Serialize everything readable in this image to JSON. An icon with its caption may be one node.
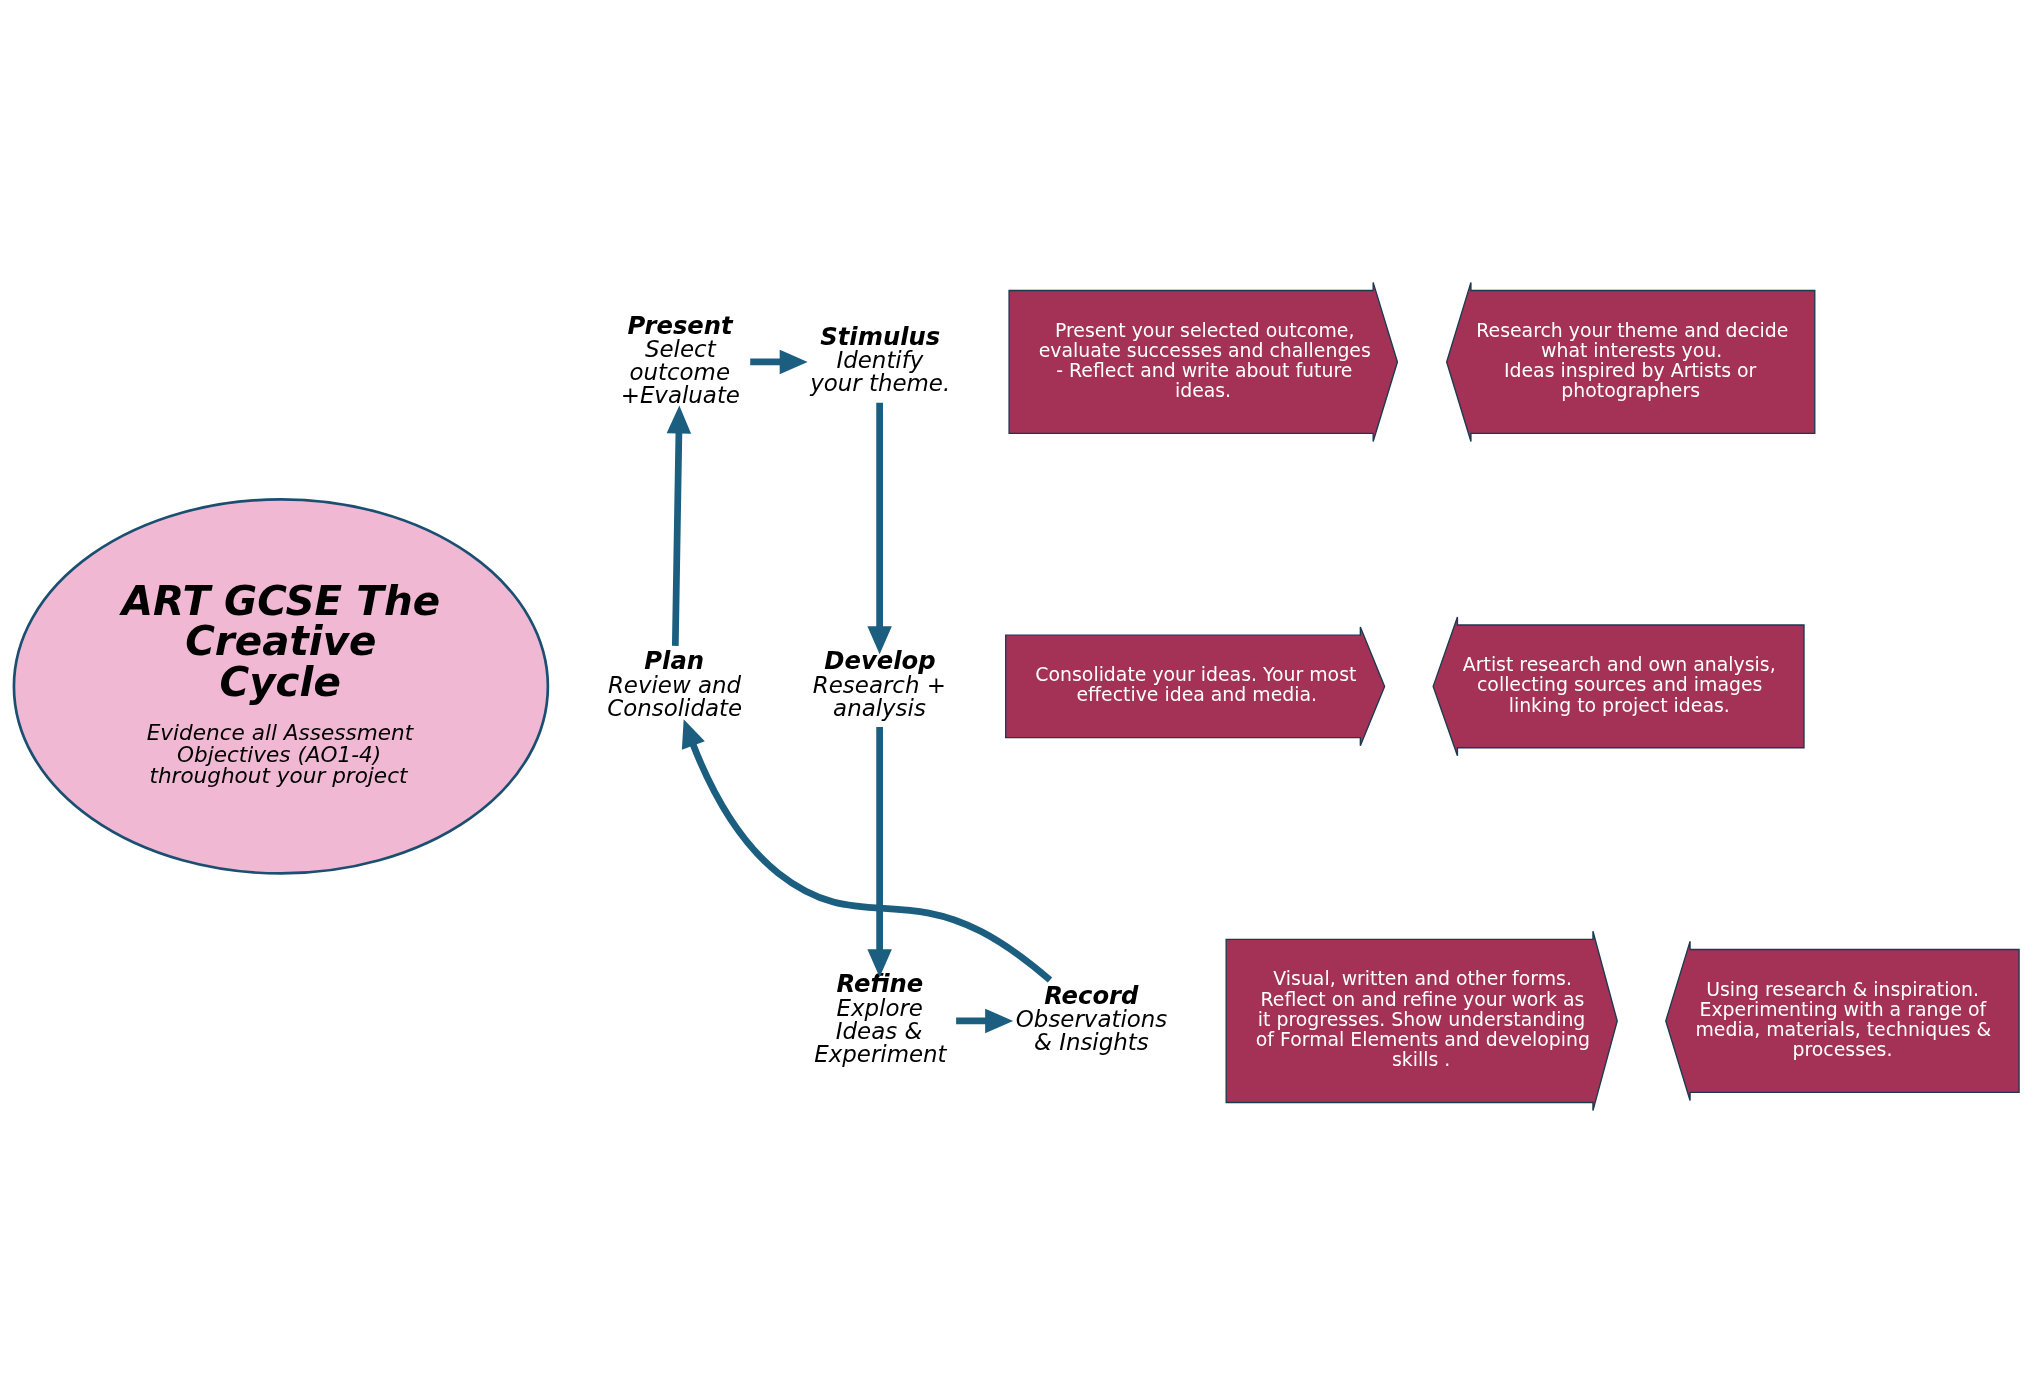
{
  "diagram": {
    "nodes": [
      {
        "text": [
          "ART GCSE The Creative Cycle",
          "Evidence all Assessment Objectives (AO1-4) throughout your project"
        ]
      },
      {
        "text": [
          "Present",
          "Select outcome +Evaluate"
        ]
      },
      {
        "text": [
          "Stimulus",
          "Identify your theme."
        ]
      },
      {
        "text": [
          "Develop",
          "Research + analysis"
        ]
      },
      {
        "text": [
          "Refine",
          "Explore Ideas & Experiment"
        ]
      },
      {
        "text": [
          "Record",
          "Observations & Insights"
        ]
      },
      {
        "text": [
          "Plan",
          "Review and Consolidate"
        ]
      },
      {
        "text": [
          "Present your selected outcome, evaluate successes and challenges - Reflect and write about future ideas."
        ]
      },
      {
        "text": [
          "Research your theme and decide what interests you.",
          "Ideas inspired by Artists or photographers"
        ]
      },
      {
        "text": [
          "Consolidate your ideas. Your most effective idea and media."
        ]
      },
      {
        "text": [
          "Artist research and own analysis, collecting sources and images linking to project ideas."
        ]
      },
      {
        "text": [
          "Visual, written and other forms. Reflect on and refine your work as it progresses. Show understanding of Formal Elements and developing skills ."
        ]
      },
      {
        "text": [
          "Using research & inspiration. Experimenting with a range of media, materials, techniques & processes."
        ]
      }
    ],
    "edges": [
      {
        "from": 1,
        "to": 2,
        "arrow": "to"
      },
      {
        "from": 2,
        "to": 3,
        "arrow": "to"
      },
      {
        "from": 3,
        "to": 4,
        "arrow": "to"
      },
      {
        "from": 4,
        "to": 5,
        "arrow": "to"
      },
      {
        "from": 5,
        "to": 6,
        "arrow": "to"
      },
      {
        "from": 6,
        "to": 1,
        "arrow": "to"
      }
    ]
  }
}
